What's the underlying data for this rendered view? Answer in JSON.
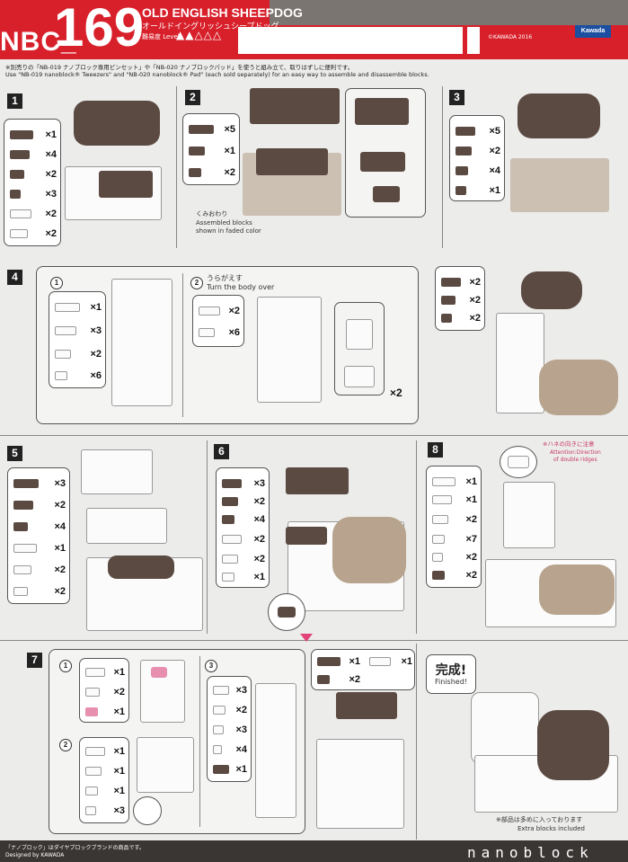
{
  "header": {
    "series": "NBC_",
    "number": "169",
    "title_en": "OLD ENGLISH SHEEPDOG",
    "title_jp": "オールドイングリッシュシープドッグ",
    "level_label": "難易度 Level",
    "level_marks": "▲▲△△△",
    "copyright": "©KAWADA 2016",
    "logo": "Kawada"
  },
  "notes": {
    "jp": "※別売りの「NB-019 ナノブロック専用ピンセット」や「NB-020 ナノブロックパッド」を使うと組み立て、取りはずしに便利です。",
    "en": "Use \"NB-019 nanoblock® Tweezers\" and \"NB-020 nanoblock® Pad\" (each sold separately) for an easy way to assemble and disassemble blocks."
  },
  "steps": {
    "s1": {
      "num": "1",
      "qty": [
        "×1",
        "×4",
        "×2",
        "×3",
        "×2",
        "×2"
      ]
    },
    "s2": {
      "num": "2",
      "qty": [
        "×5",
        "×1",
        "×2"
      ],
      "note_jp": "くみおわり",
      "note_en1": "Assembled blocks",
      "note_en2": "shown in faded color"
    },
    "s3": {
      "num": "3",
      "qty": [
        "×5",
        "×2",
        "×4",
        "×1"
      ]
    },
    "s4": {
      "num": "4",
      "sub1": {
        "num": "1",
        "qty": [
          "×1",
          "×3",
          "×2",
          "×6"
        ]
      },
      "sub2": {
        "num": "2",
        "label_jp": "うらがえす",
        "label_en": "Turn the body over",
        "qty": [
          "×2",
          "×6"
        ]
      },
      "times": "×2",
      "right_qty": [
        "×2",
        "×2",
        "×2"
      ]
    },
    "s5": {
      "num": "5",
      "qty": [
        "×3",
        "×2",
        "×4",
        "×1",
        "×2",
        "×2"
      ]
    },
    "s6": {
      "num": "6",
      "qty": [
        "×3",
        "×2",
        "×4",
        "×2",
        "×2",
        "×1"
      ]
    },
    "s8": {
      "num": "8",
      "qty": [
        "×1",
        "×1",
        "×2",
        "×7",
        "×2",
        "×2"
      ],
      "attention_jp": "※ハネの向きに注意",
      "attention_en1": "Attention:Direction",
      "attention_en2": "of double ridges"
    },
    "s7": {
      "num": "7",
      "sub1": {
        "num": "1",
        "qty": [
          "×1",
          "×2",
          "×1"
        ]
      },
      "sub2": {
        "num": "2",
        "qty": [
          "×1",
          "×1",
          "×1",
          "×3"
        ]
      },
      "sub3": {
        "num": "3",
        "qty": [
          "×3",
          "×2",
          "×3",
          "×4",
          "×1"
        ]
      },
      "top_qty": [
        "×1",
        "×2",
        "×1"
      ]
    },
    "finished": {
      "jp": "完成!",
      "en": "Finished!",
      "extra_jp": "※部品は多めに入っております",
      "extra_en": "Extra blocks included"
    }
  },
  "footer": {
    "line1": "「ナノブロック」はダイヤブロックブランドの商品です。",
    "line2": "Designed by KAWADA",
    "brand": "nanoblock"
  },
  "colors": {
    "red": "#d8202b",
    "dark_brick": "#5b4a42",
    "tan_brick": "#b8a48e",
    "pink": "#e2447a"
  }
}
